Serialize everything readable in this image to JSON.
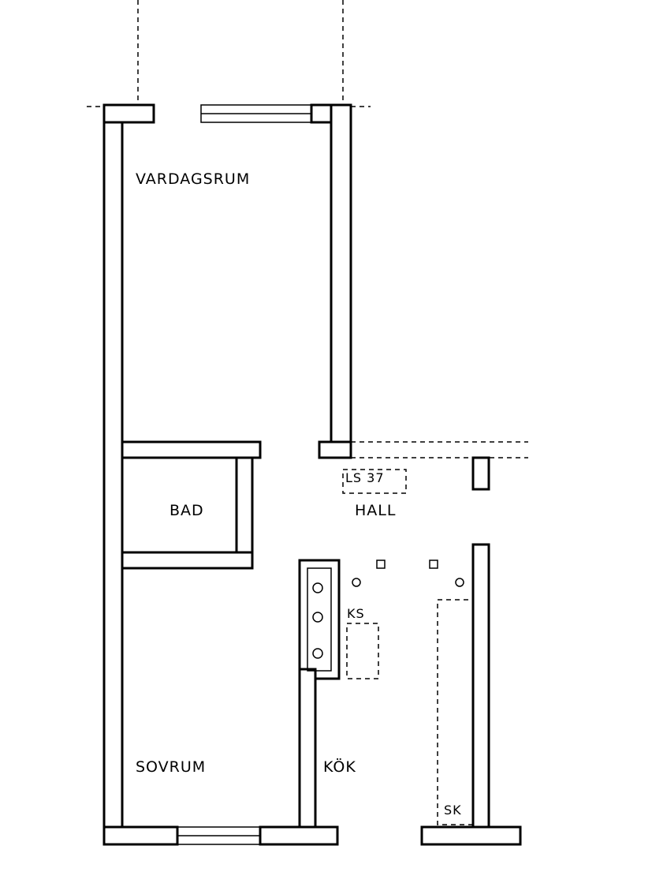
{
  "rooms": {
    "living_room": "VARDAGSRUM",
    "bath": "BAD",
    "hall": "HALL",
    "linen_closet": "LS 37",
    "kitchen_closet": "KS",
    "bedroom": "SOVRUM",
    "kitchen": "KÖK",
    "cabinet": "SK"
  },
  "colors": {
    "ink": "#000000",
    "paper": "#ffffff"
  }
}
